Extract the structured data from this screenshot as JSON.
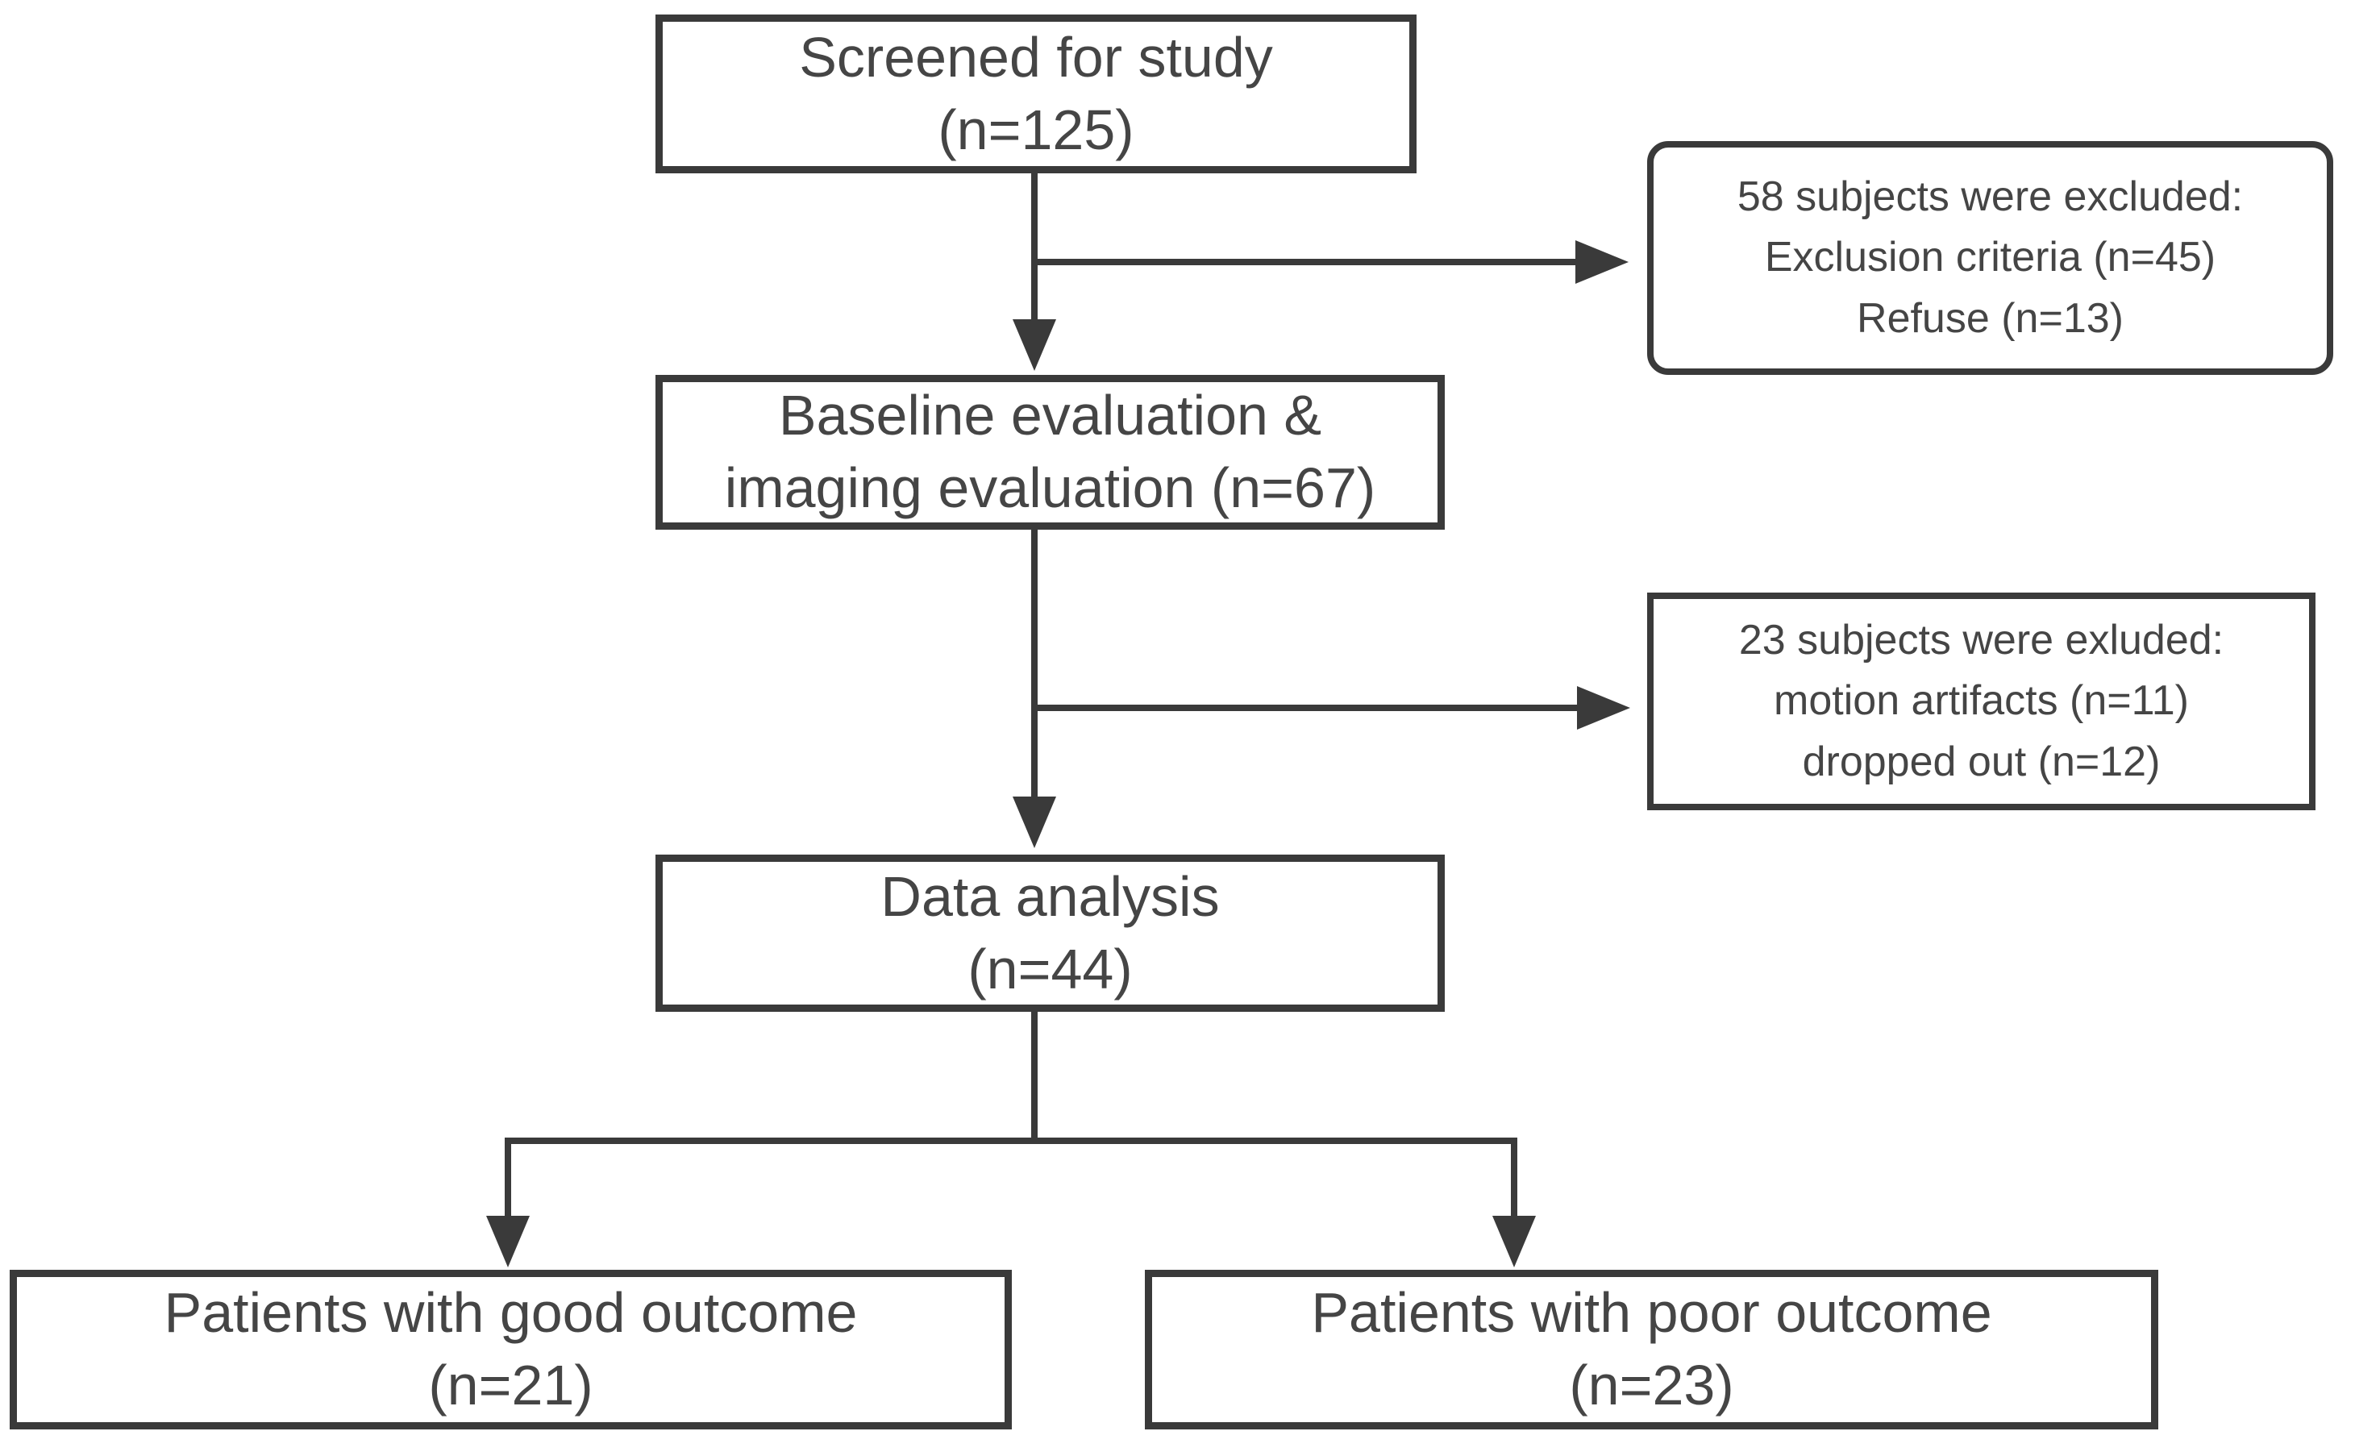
{
  "colors": {
    "background": "#ffffff",
    "box_border": "#3a3a3a",
    "connector": "#3a3a3a",
    "text": "#454545"
  },
  "boxes": {
    "screened": {
      "lines": [
        "Screened for study",
        "(n=125)"
      ]
    },
    "excluded1": {
      "lines": [
        "58 subjects were excluded:",
        "Exclusion criteria (n=45)",
        "Refuse (n=13)"
      ]
    },
    "baseline": {
      "lines": [
        "Baseline evaluation &",
        "imaging evaluation (n=67)"
      ]
    },
    "excluded2": {
      "lines": [
        "23 subjects were exluded:",
        "motion artifacts (n=11)",
        "dropped out (n=12)"
      ]
    },
    "analysis": {
      "lines": [
        "Data analysis",
        "(n=44)"
      ]
    },
    "good_outcome": {
      "lines": [
        "Patients with good outcome",
        "(n=21)"
      ]
    },
    "poor_outcome": {
      "lines": [
        "Patients with poor outcome",
        "(n=23)"
      ]
    }
  }
}
